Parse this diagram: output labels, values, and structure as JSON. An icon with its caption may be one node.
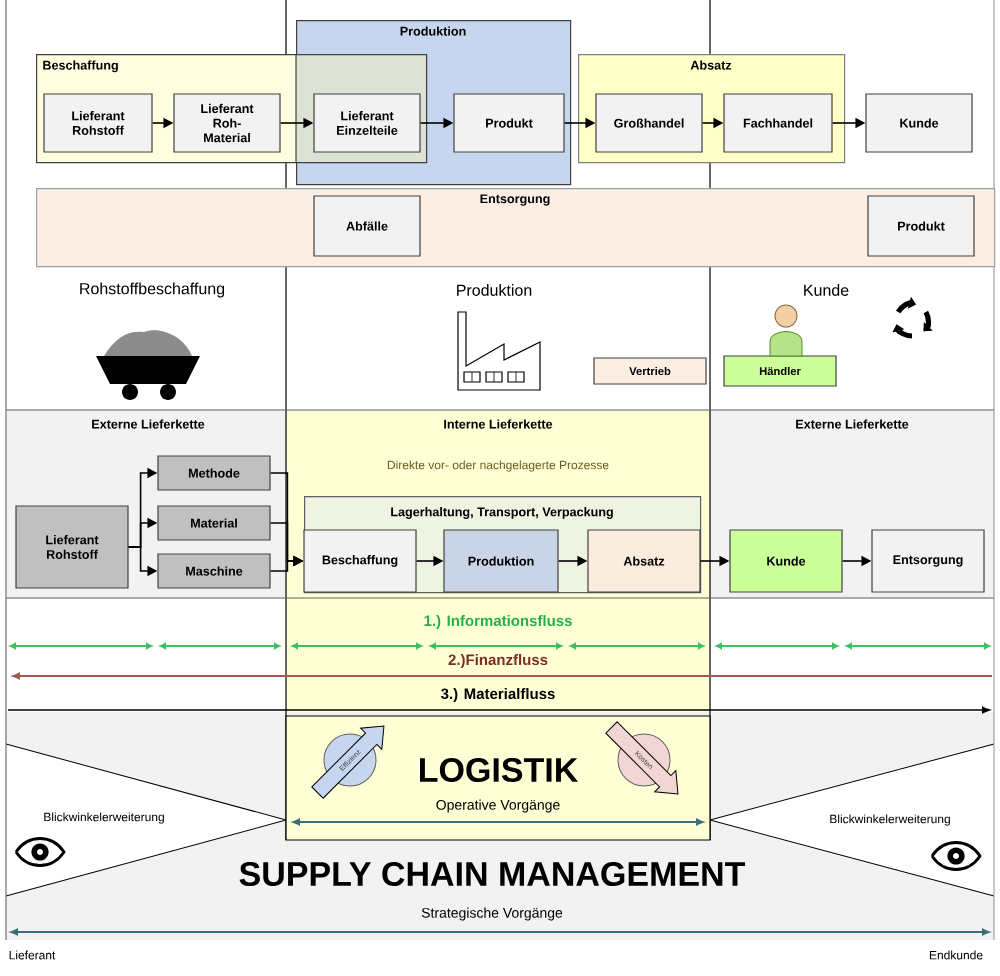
{
  "diagram": {
    "nodes": [
      {
        "text": [
          "Produktion"
        ]
      },
      {
        "text": [
          "Beschaffung"
        ]
      },
      {
        "text": [
          "Lieferant Rohstoff"
        ],
        "in": 1
      },
      {
        "text": [
          "Lieferant Roh-Material"
        ],
        "in": 1
      },
      {
        "text": [
          "Lieferant Einzelteile"
        ]
      },
      {
        "text": [
          "Produkt"
        ],
        "in": 0
      },
      {
        "text": [
          "Absatz"
        ]
      },
      {
        "text": [
          "Großhandel"
        ],
        "in": 6
      },
      {
        "text": [
          "Fachhandel"
        ],
        "in": 6
      },
      {
        "text": [
          "Kunde"
        ]
      },
      {
        "text": [
          "Entsorgung"
        ]
      },
      {
        "text": [
          "Abfälle"
        ],
        "in": 10
      },
      {
        "text": [
          "Produkt"
        ],
        "in": 10
      },
      {
        "text": [
          "Vertrieb"
        ]
      },
      {
        "text": [
          "Händler"
        ]
      },
      {
        "text": [
          "Lieferant Rohstoff"
        ]
      },
      {
        "text": [
          "Methode"
        ]
      },
      {
        "text": [
          "Material"
        ]
      },
      {
        "text": [
          "Maschine"
        ]
      },
      {
        "text": [
          "Lagerhaltung, Transport, Verpackung"
        ]
      },
      {
        "text": [
          "Beschaffung"
        ],
        "in": 19
      },
      {
        "text": [
          "Produktion"
        ],
        "in": 19
      },
      {
        "text": [
          "Absatz"
        ],
        "in": 19
      },
      {
        "text": [
          "Kunde"
        ]
      },
      {
        "text": [
          "Entsorgung"
        ]
      }
    ],
    "edges": [
      {
        "from": 2,
        "to": 3,
        "arrow": "to"
      },
      {
        "from": 3,
        "to": 4,
        "arrow": "to"
      },
      {
        "from": 4,
        "to": 5,
        "arrow": "to"
      },
      {
        "from": 5,
        "to": 7,
        "arrow": "to"
      },
      {
        "from": 7,
        "to": 8,
        "arrow": "to"
      },
      {
        "from": 8,
        "to": 9,
        "arrow": "to"
      },
      {
        "from": 15,
        "to": 16,
        "arrow": "to"
      },
      {
        "from": 15,
        "to": 17,
        "arrow": "to"
      },
      {
        "from": 15,
        "to": 18,
        "arrow": "to"
      },
      {
        "from": 16,
        "to": 20,
        "arrow": "to"
      },
      {
        "from": 17,
        "to": 20,
        "arrow": "to"
      },
      {
        "from": 18,
        "to": 20,
        "arrow": "to"
      },
      {
        "from": 20,
        "to": 21,
        "arrow": "to"
      },
      {
        "from": 21,
        "to": 22,
        "arrow": "to"
      },
      {
        "from": 22,
        "to": 23,
        "arrow": "to"
      },
      {
        "from": 23,
        "to": 24,
        "arrow": "to"
      }
    ],
    "labels": [
      "Rohstoffbeschaffung",
      "Produktion",
      "Kunde",
      "Externe Lieferkette",
      "Interne Lieferkette",
      "Externe Lieferkette",
      "Direkte vor- oder nachgelagerte Prozesse",
      "1.) Informationsfluss",
      "2.)Finanzfluss",
      "3.) Materialfluss",
      "Effizienz",
      "LOGISTIK",
      "Kosten",
      "Operative Vorgänge",
      "Blickwinkelerweiterung",
      "Blickwinkelerweiterung",
      "SUPPLY CHAIN MANAGEMENT",
      "Strategische Vorgänge",
      "Lieferant",
      "Endkunde"
    ]
  }
}
